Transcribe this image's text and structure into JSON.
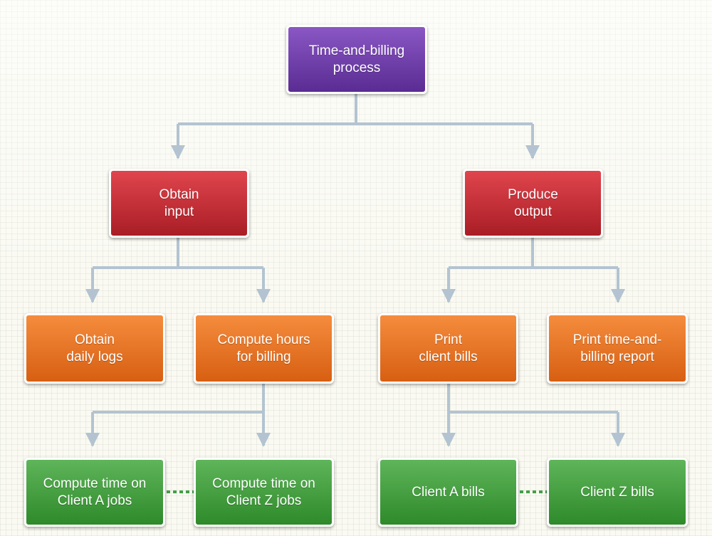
{
  "colors": {
    "connector": "#b3c3d1",
    "dotted_link": "#43a047",
    "level_root": "#6b3aa8",
    "level_1": "#c6262e",
    "level_2": "#e8741f",
    "level_3": "#3e9b3a",
    "box_border": "#ffffff"
  },
  "nodes": {
    "root": {
      "line1": "Time-and-billing",
      "line2": "process"
    },
    "input": {
      "line1": "Obtain",
      "line2": "input"
    },
    "output": {
      "line1": "Produce",
      "line2": "output"
    },
    "logs": {
      "line1": "Obtain",
      "line2": "daily logs"
    },
    "hours": {
      "line1": "Compute hours",
      "line2": "for billing"
    },
    "print_bills": {
      "line1": "Print",
      "line2": "client bills"
    },
    "print_report": {
      "line1": "Print time-and-",
      "line2": "billing report"
    },
    "client_a_jobs": {
      "line1": "Compute time on",
      "line2": "Client A jobs"
    },
    "client_z_jobs": {
      "line1": "Compute time on",
      "line2": "Client Z jobs"
    },
    "client_a_bills": {
      "line1": "Client A bills"
    },
    "client_z_bills": {
      "line1": "Client Z bills"
    }
  }
}
